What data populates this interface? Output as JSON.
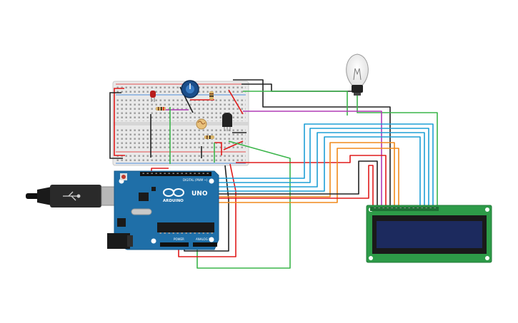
{
  "board": {
    "brand": "ARDUINO",
    "model": "UNO",
    "digital_label": "DIGITAL (PWM ~)",
    "power_label": "POWER",
    "analog_label": "ANALOG IN"
  },
  "colors": {
    "board": "#1f6fa8",
    "board_dark": "#16598a",
    "breadboard": "#e6e6e6",
    "lcd_pcb": "#2d9b48",
    "lcd_screen": "#1c2a5e",
    "wire_red": "#e01b1b",
    "wire_black": "#222222",
    "wire_green": "#3bb54a",
    "wire_blue": "#1d9fd6",
    "wire_orange": "#f08a1c",
    "wire_magenta": "#b03bb5"
  },
  "components": [
    {
      "name": "arduino-uno",
      "icon": "microcontroller-board"
    },
    {
      "name": "breadboard",
      "icon": "breadboard"
    },
    {
      "name": "lcd-16x2",
      "icon": "lcd-display"
    },
    {
      "name": "light-bulb",
      "icon": "bulb-icon"
    },
    {
      "name": "usb-cable",
      "icon": "usb-plug-icon"
    },
    {
      "name": "potentiometer",
      "icon": "knob-icon"
    },
    {
      "name": "red-led",
      "icon": "led-icon"
    },
    {
      "name": "photoresistor",
      "icon": "ldr-icon"
    },
    {
      "name": "temperature-sensor",
      "icon": "transistor-icon"
    }
  ]
}
